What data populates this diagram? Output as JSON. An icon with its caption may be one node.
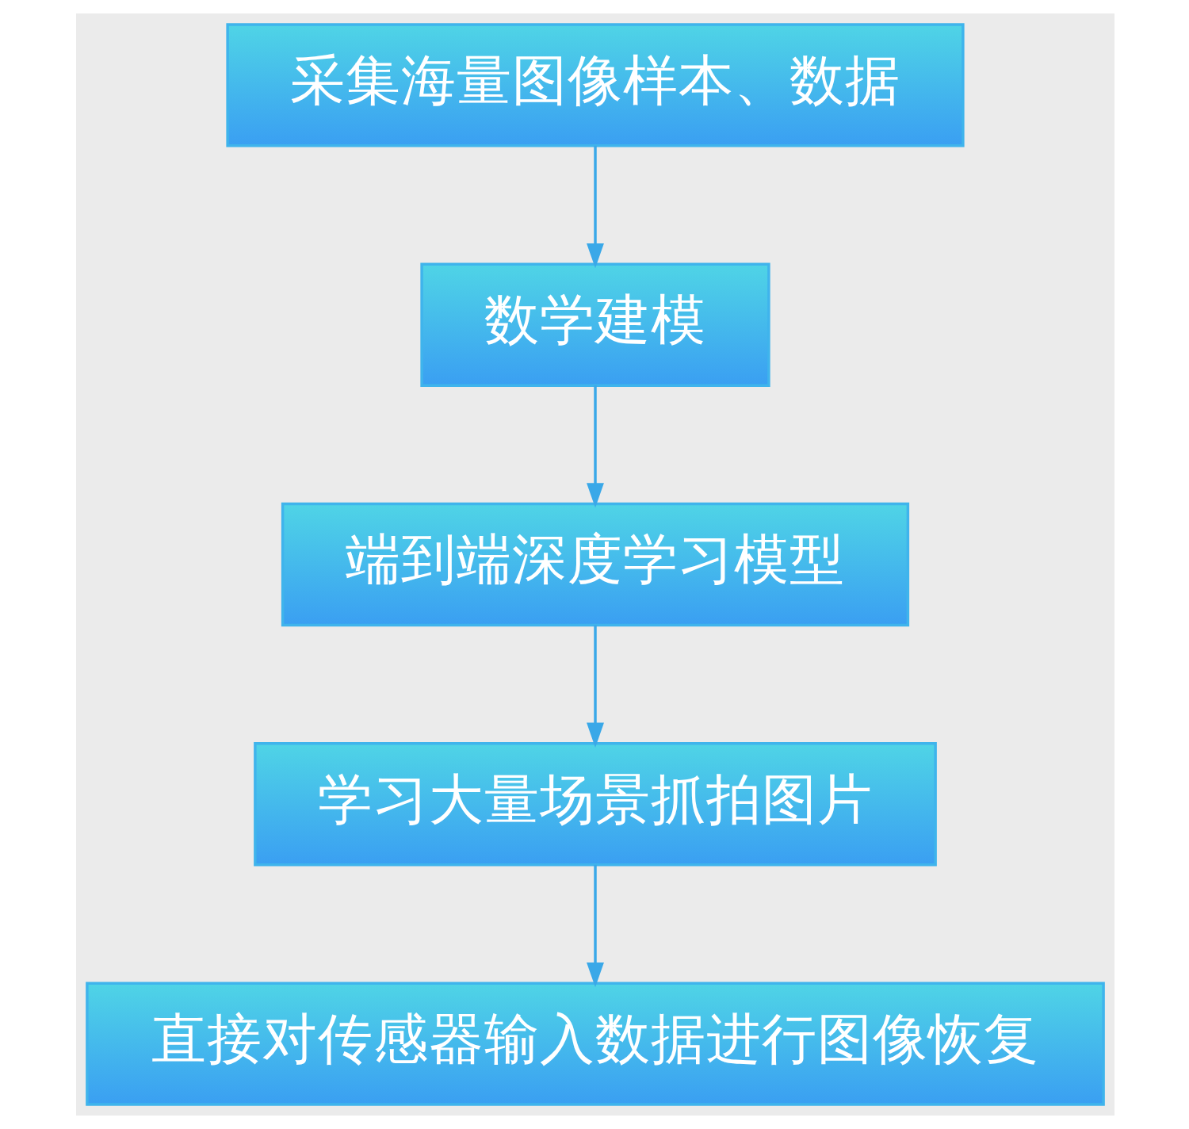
{
  "diagram": {
    "nodes": [
      {
        "text": [
          "采集海量图像样本、数据"
        ]
      },
      {
        "text": [
          "数学建模"
        ]
      },
      {
        "text": [
          "端到端深度学习模型"
        ]
      },
      {
        "text": [
          "学习大量场景抓拍图片"
        ]
      },
      {
        "text": [
          "直接对传感器输入数据进行图像恢复"
        ]
      }
    ],
    "edges": [
      {
        "from": 0,
        "to": 1,
        "arrow": "to"
      },
      {
        "from": 1,
        "to": 2,
        "arrow": "to"
      },
      {
        "from": 2,
        "to": 3,
        "arrow": "to"
      },
      {
        "from": 3,
        "to": 4,
        "arrow": "to"
      }
    ]
  }
}
